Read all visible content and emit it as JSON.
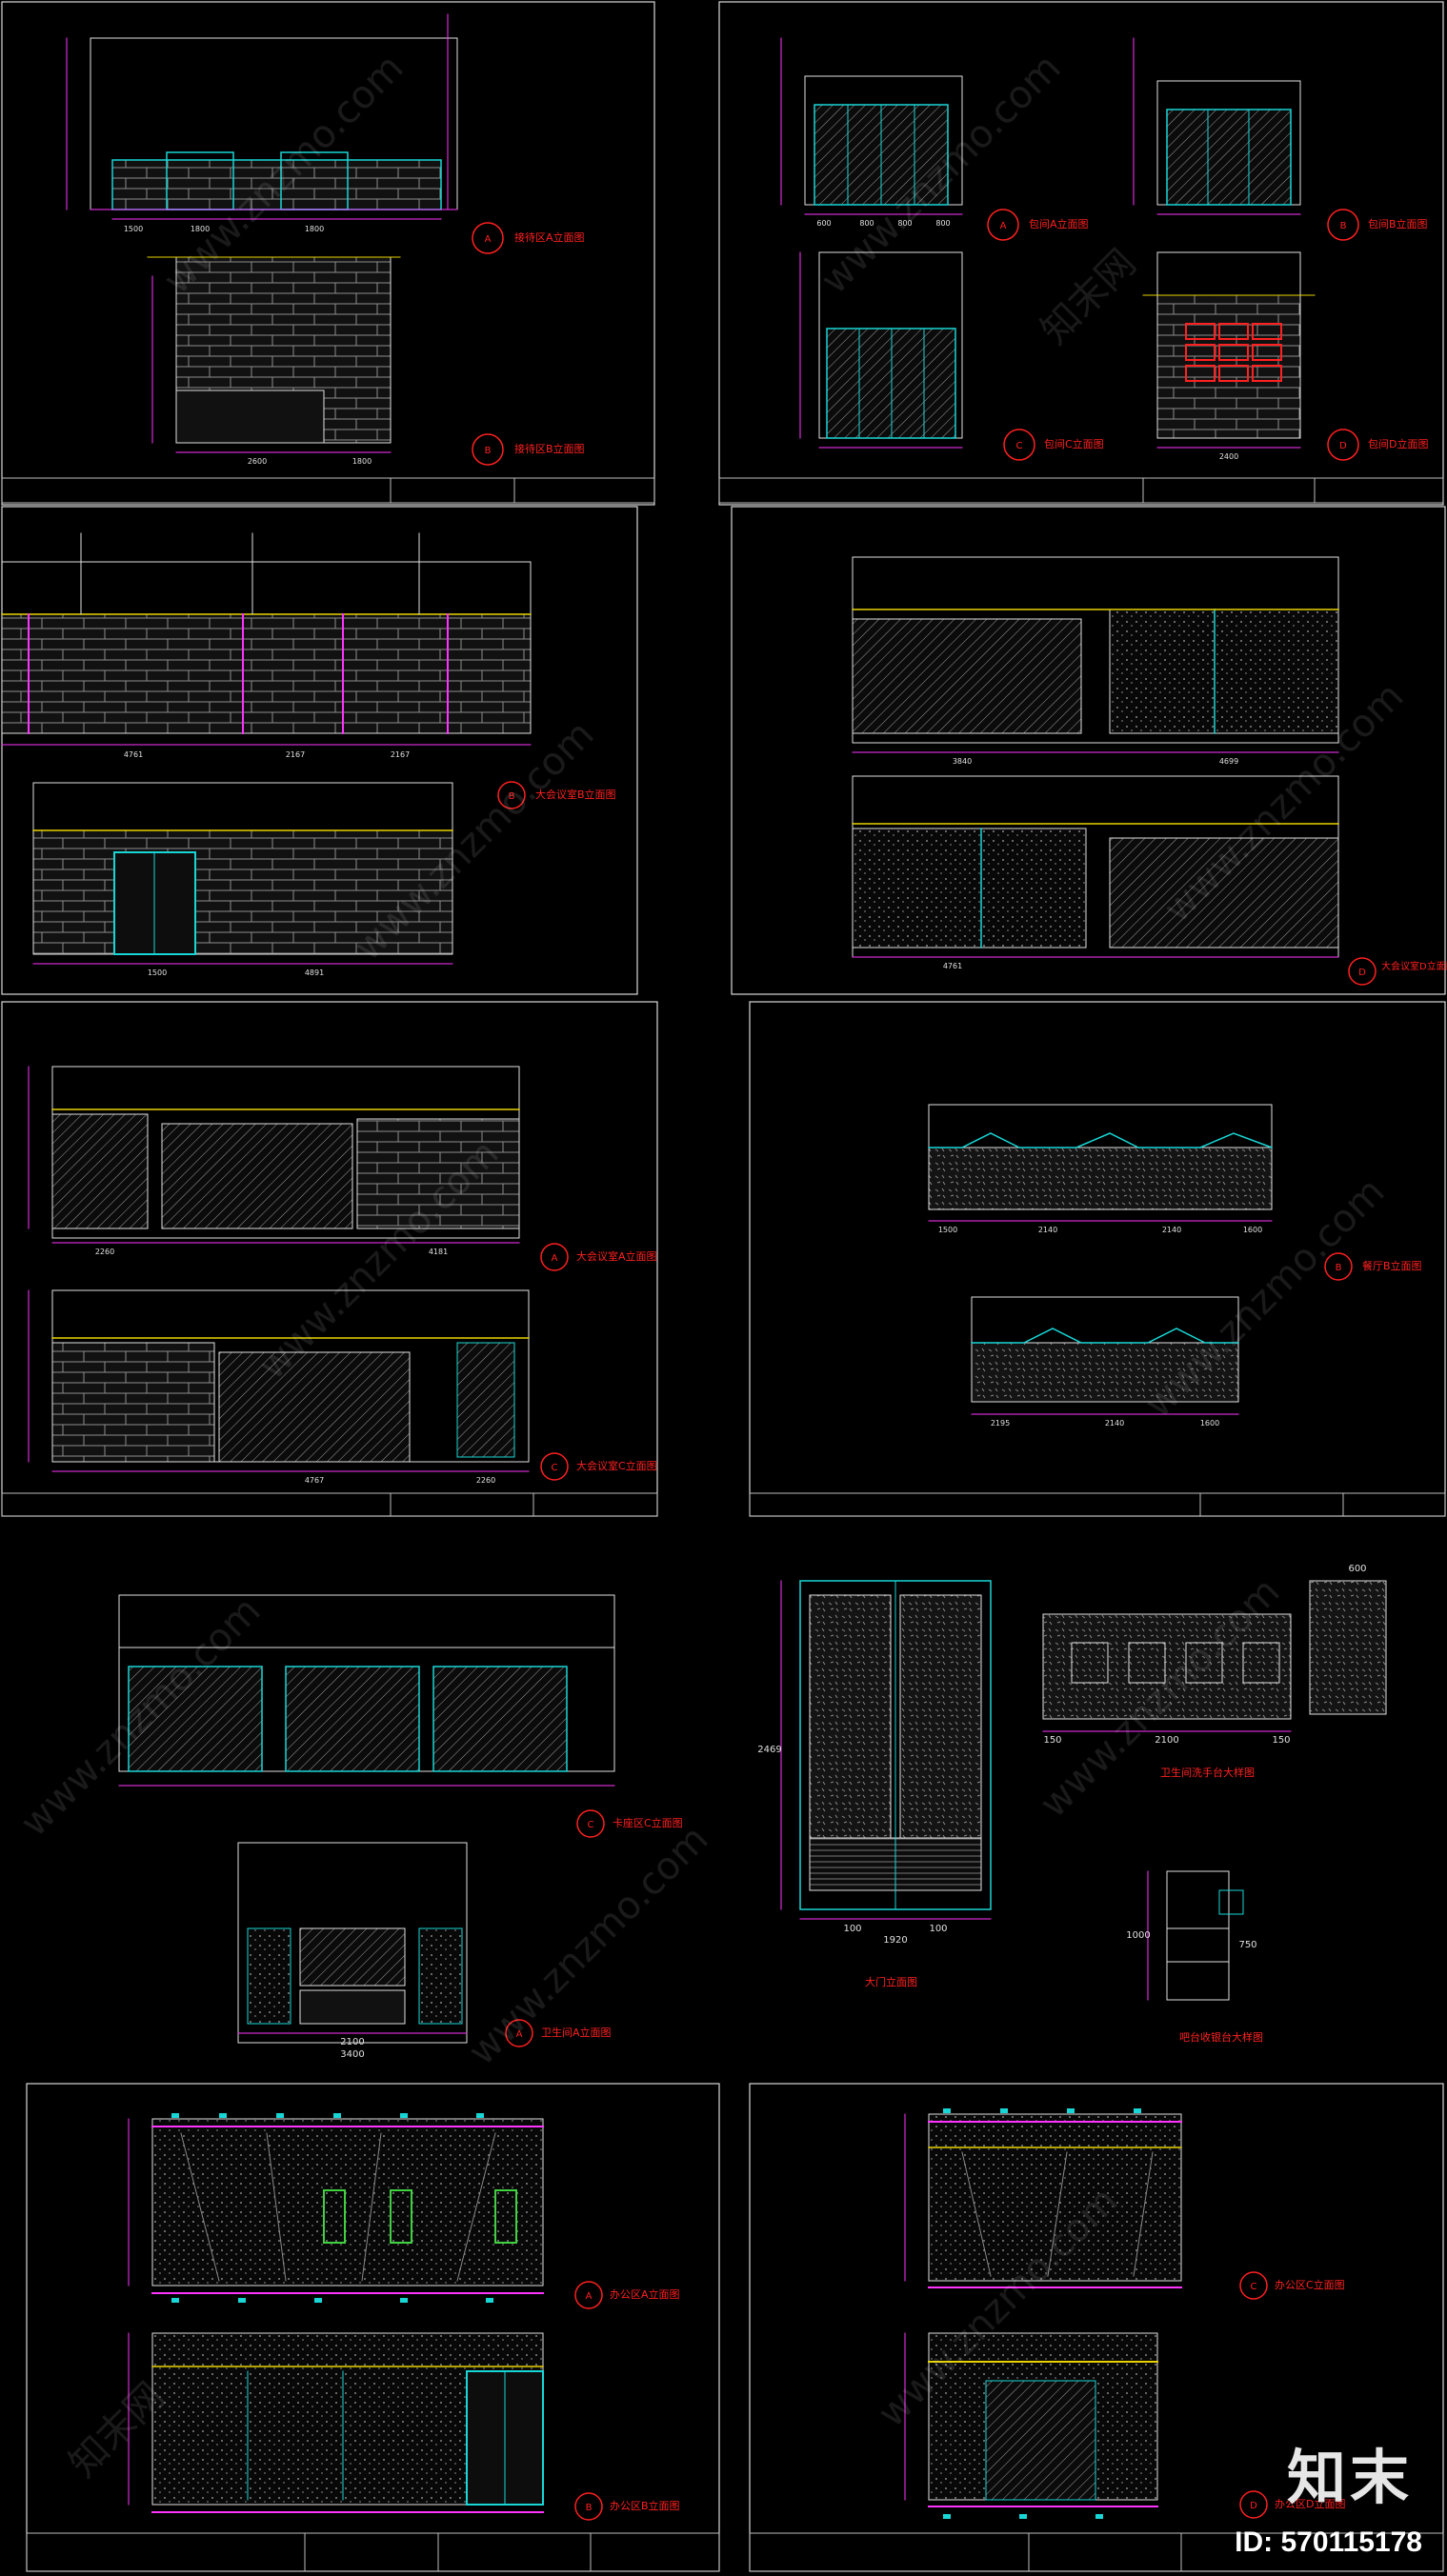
{
  "watermark": {
    "cn": "知末网",
    "url": "www.znzmo.com"
  },
  "brand": {
    "logo": "知末",
    "id": "ID: 570115178"
  },
  "colors": {
    "cyan": "#18d6d6",
    "magenta": "#ff33ff",
    "red": "#ff2020",
    "yellow": "#e8d200",
    "white": "#e9e9e9",
    "green": "#3fd13f",
    "blue": "#3aa0ff",
    "grey": "#9a9a9a"
  },
  "sheets": [
    {
      "id": "p1",
      "tag_texts": [
        "A",
        "B"
      ],
      "titles": [
        "接待区A立面图",
        "接待区B立面图"
      ],
      "dims": [
        "1500",
        "1800",
        "1800",
        "2600",
        "1800"
      ]
    },
    {
      "id": "p2",
      "tag_texts": [
        "A",
        "B",
        "C",
        "D"
      ],
      "titles": [
        "包间A立面图",
        "包间B立面图",
        "包间C立面图",
        "包间D立面图"
      ],
      "dims": [
        "600",
        "800",
        "800",
        "800",
        "2400"
      ]
    },
    {
      "id": "p3",
      "tag_texts": [
        "B"
      ],
      "titles": [
        "大会议室B立面图"
      ],
      "dims": [
        "4761",
        "2167",
        "2167",
        "1500",
        "4891"
      ]
    },
    {
      "id": "p4",
      "tag_texts": [
        "D"
      ],
      "titles": [
        "大会议室D立面图"
      ],
      "dims": [
        "3840",
        "4699",
        "4761"
      ]
    },
    {
      "id": "p5",
      "tag_texts": [
        "A",
        "C"
      ],
      "titles": [
        "大会议室A立面图",
        "大会议室C立面图"
      ],
      "dims": [
        "2260",
        "4181",
        "4767",
        "2260"
      ]
    },
    {
      "id": "p6",
      "tag_texts": [
        "B"
      ],
      "titles": [
        "餐厅B立面图"
      ],
      "dims": [
        "1500",
        "2140",
        "2140",
        "1600",
        "2195",
        "2140",
        "1600"
      ]
    },
    {
      "id": "p7",
      "tag_texts": [
        "C",
        "A"
      ],
      "titles": [
        "卡座区C立面图",
        "卫生间A立面图",
        "大门立面图",
        "卫生间洗手台大样图",
        "吧台收银台大样图"
      ],
      "dims": [
        "2469",
        "100",
        "1920",
        "100",
        "150",
        "2100",
        "150",
        "600",
        "1000",
        "750",
        "2100",
        "3400"
      ]
    },
    {
      "id": "p8",
      "tag_texts": [
        "A",
        "B",
        "C",
        "D"
      ],
      "titles": [
        "办公区A立面图",
        "办公区B立面图",
        "办公区C立面图",
        "办公区D立面图"
      ],
      "dims": []
    }
  ]
}
